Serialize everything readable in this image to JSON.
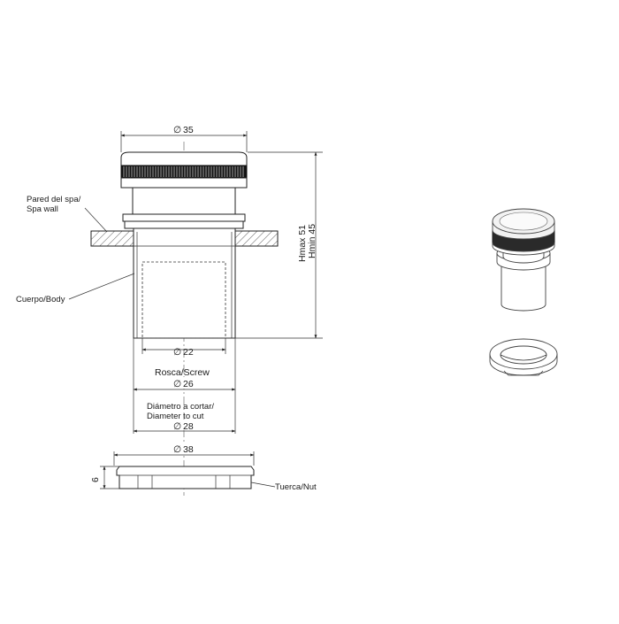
{
  "labels": {
    "spa_wall": [
      "Pared del spa/",
      "Spa wall"
    ],
    "body": "Cuerpo/Body",
    "screw": "Rosca/Screw",
    "cut_diameter": [
      "Diámetro a cortar/",
      "Diameter to cut"
    ],
    "nut": "Tuerca/Nut"
  },
  "dimensions": {
    "top_diameter": "35",
    "inner_diameter": "22",
    "screw_diameter": "26",
    "cut_diameter": "28",
    "nut_diameter": "38",
    "nut_height": "6",
    "h_max": "Hmax 51",
    "h_min": "Hmin 45"
  },
  "symbols": {
    "diameter": "∅"
  },
  "colors": {
    "line": "#222222",
    "background": "#ffffff"
  }
}
